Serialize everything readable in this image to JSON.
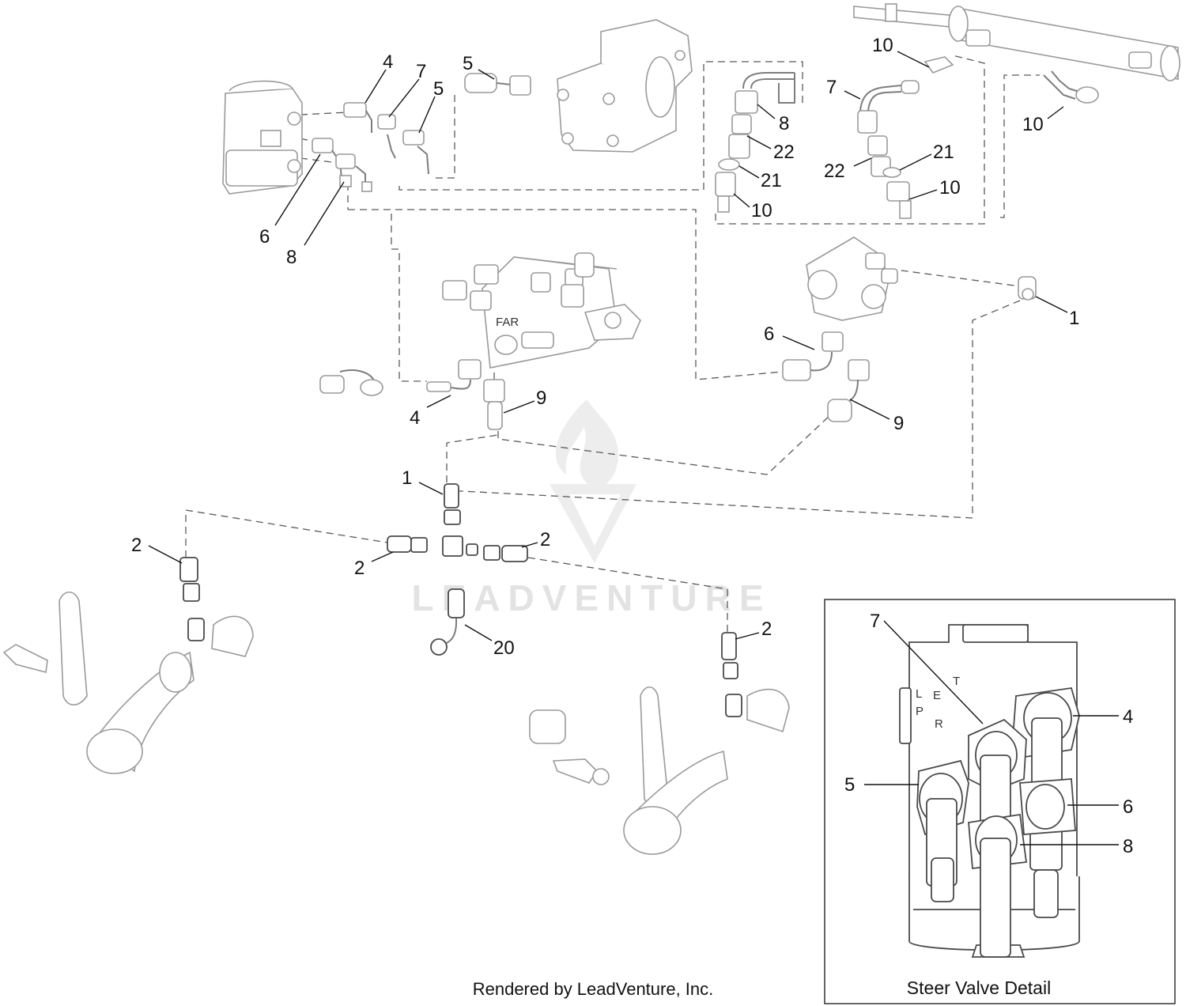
{
  "watermark": "LEADVENTURE",
  "credit": "Rendered by LeadVenture, Inc.",
  "detail_title": "Steer Valve Detail",
  "valve_stamp": [
    "T",
    "E",
    "L",
    "R",
    "P"
  ],
  "callouts": {
    "c4_top": "4",
    "c7_top": "7",
    "c5_top": "5",
    "c5_pump": "5",
    "c6_left": "6",
    "c8_left": "8",
    "c10_top": "10",
    "c7_mid": "7",
    "c8_mid": "8",
    "c22_a": "22",
    "c21_a": "21",
    "c10_a": "10",
    "c22_b": "22",
    "c21_b": "21",
    "c10_b": "10",
    "c10_right": "10",
    "c1_right": "1",
    "c6_mid": "6",
    "c9_right": "9",
    "c9_mid": "9",
    "c4_mid": "4",
    "c1_tee": "1",
    "c2_left": "2",
    "c2_tee_l": "2",
    "c2_tee_r": "2",
    "c20": "20",
    "c2_right": "2",
    "d7": "7",
    "d4": "4",
    "d5": "5",
    "d6": "6",
    "d8": "8"
  }
}
